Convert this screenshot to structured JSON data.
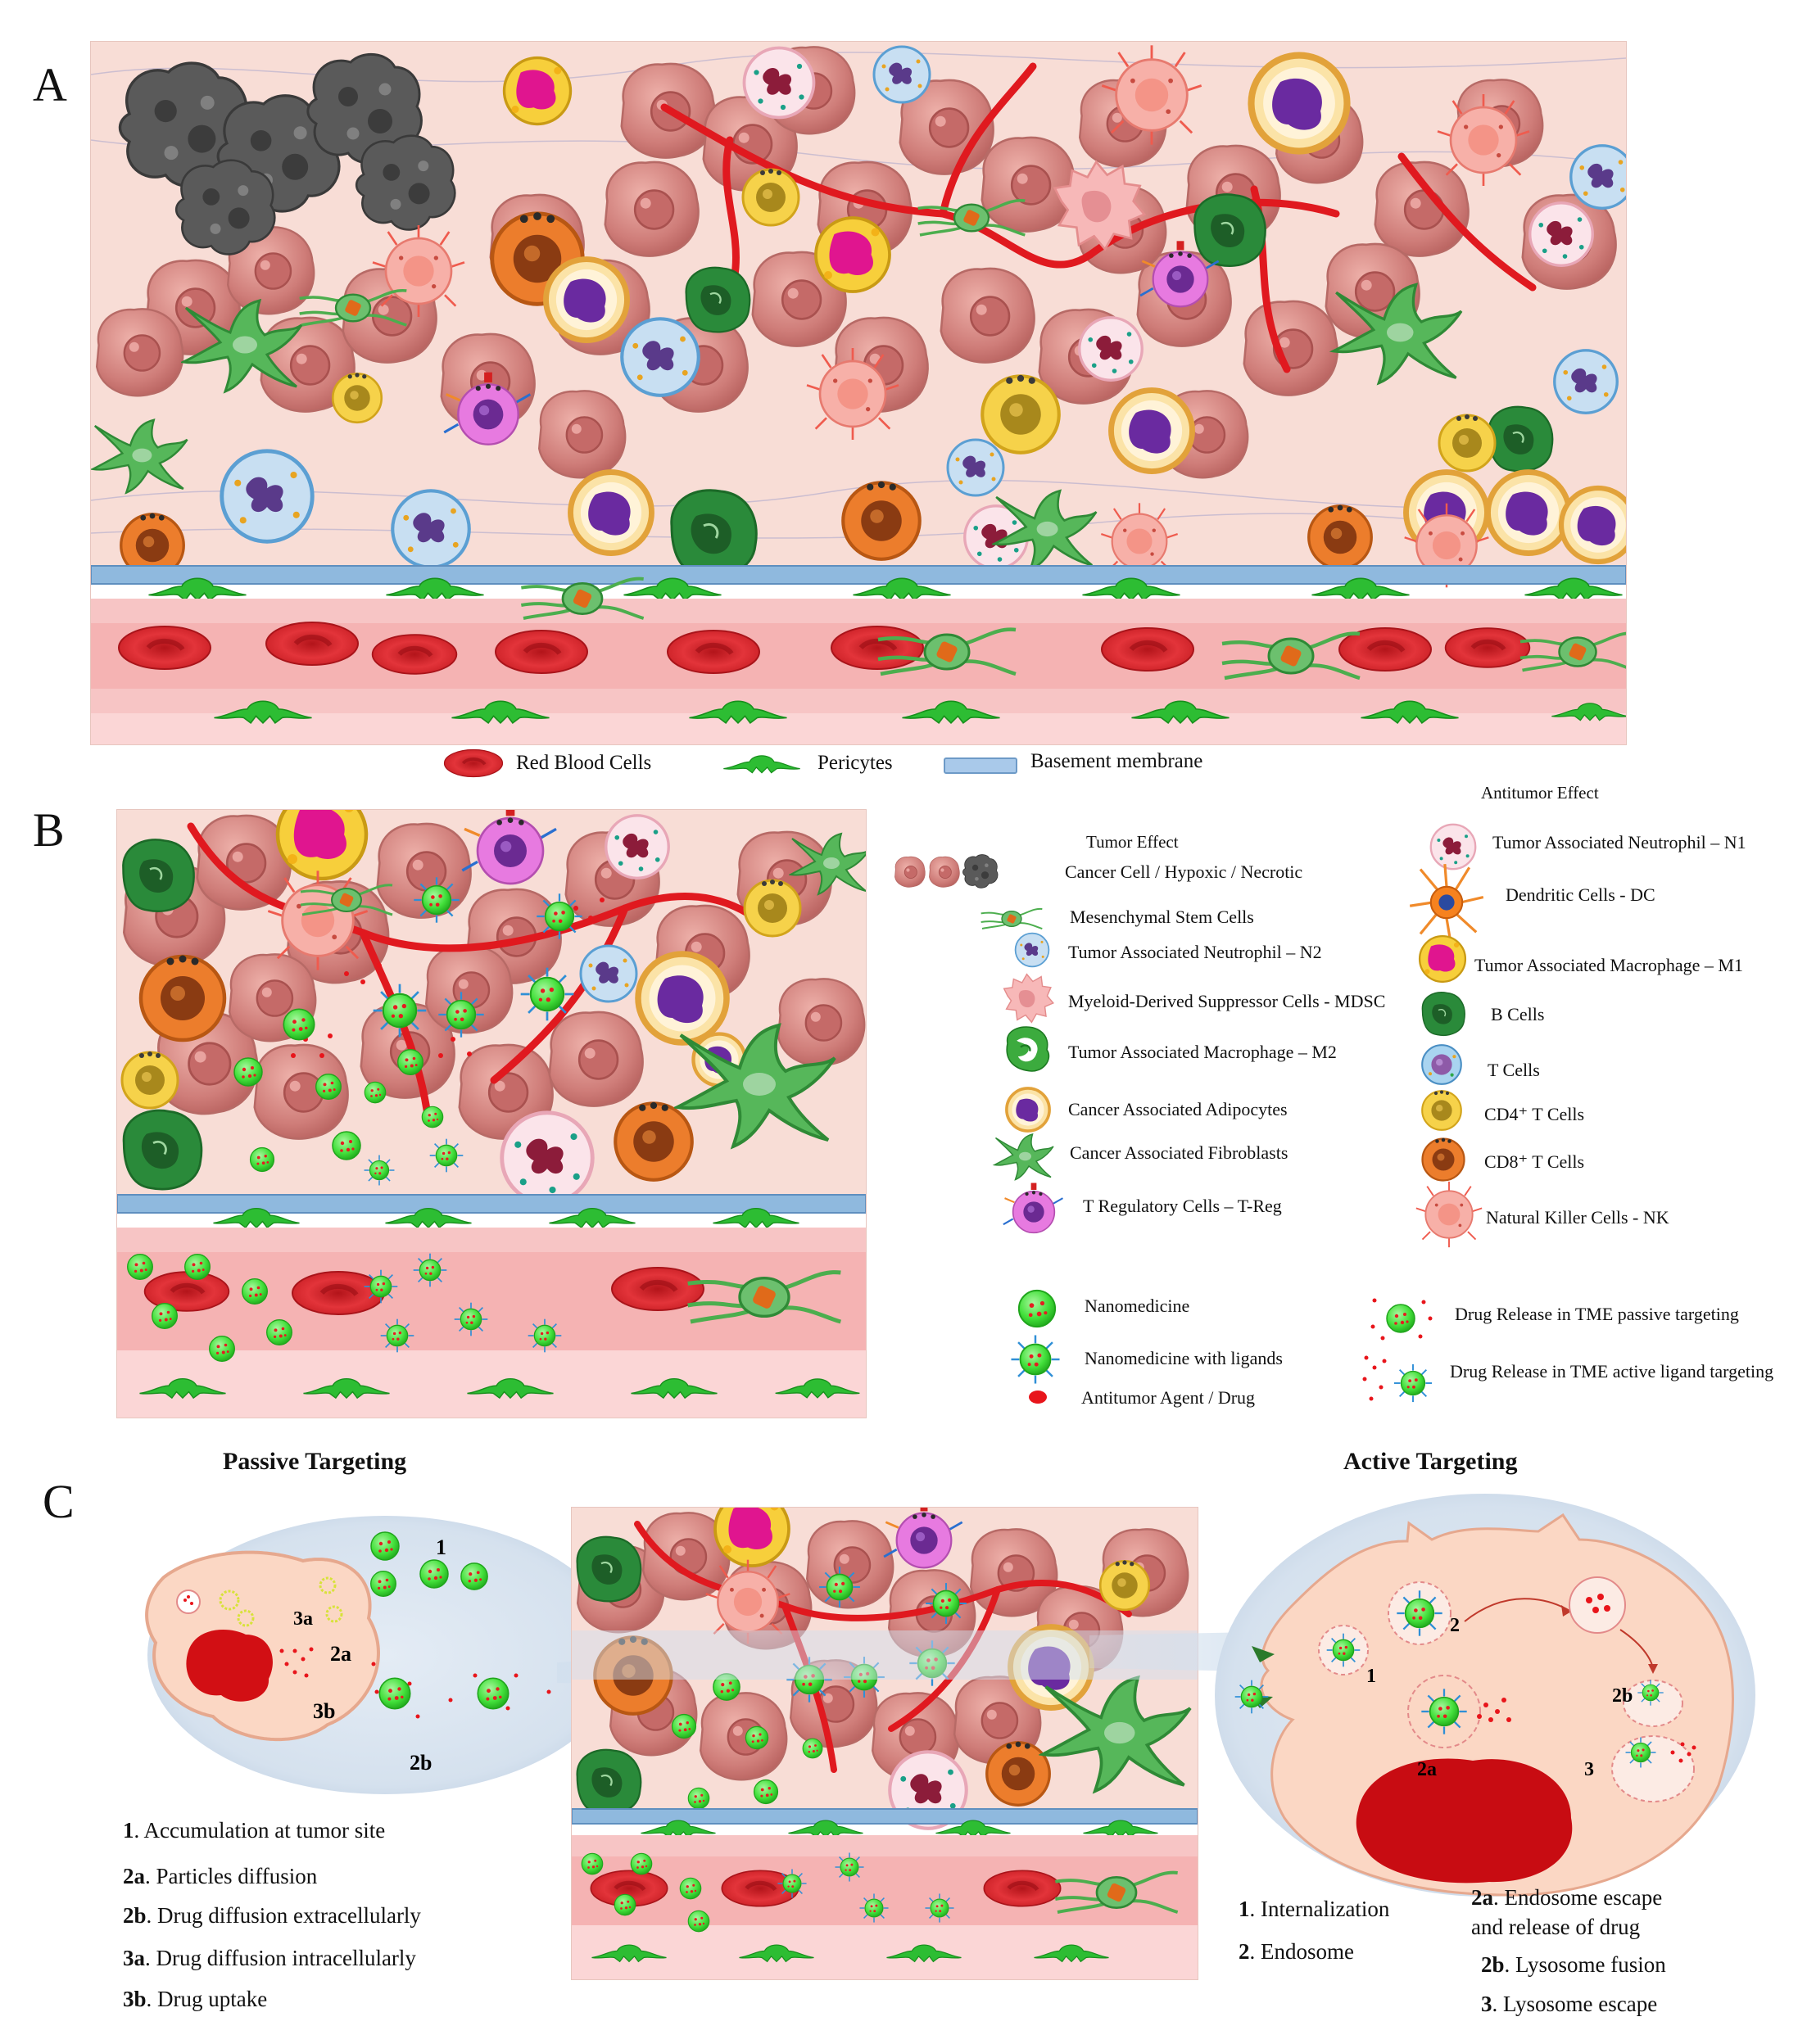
{
  "panels": {
    "a": "A",
    "b": "B",
    "c": "C"
  },
  "legend_a": {
    "red_blood_cells": "Red Blood Cells",
    "pericytes": "Pericytes",
    "basement_membrane": "Basement membrane"
  },
  "legend_b": {
    "tumor_effect_heading": "Tumor Effect",
    "antitumor_effect_heading": "Antitumor Effect",
    "tumor_effect": [
      {
        "label": "Cancer Cell / Hypoxic / Necrotic",
        "icon": "cancer-cell-icon"
      },
      {
        "label": "Mesenchymal Stem Cells",
        "icon": "mesenchymal-stem-cell-icon"
      },
      {
        "label": "Tumor Associated Neutrophil – N2",
        "icon": "neutrophil-n2-icon"
      },
      {
        "label": "Myeloid-Derived Suppressor Cells - MDSC",
        "icon": "mdsc-icon"
      },
      {
        "label": "Tumor Associated Macrophage – M2",
        "icon": "macrophage-m2-icon"
      },
      {
        "label": "Cancer Associated Adipocytes",
        "icon": "adipocyte-icon"
      },
      {
        "label": "Cancer Associated Fibroblasts",
        "icon": "fibroblast-icon"
      },
      {
        "label": "T Regulatory Cells – T-Reg",
        "icon": "treg-icon"
      }
    ],
    "antitumor_effect": [
      {
        "label": "Tumor Associated Neutrophil – N1",
        "icon": "neutrophil-n1-icon"
      },
      {
        "label": "Dendritic Cells - DC",
        "icon": "dendritic-cell-icon"
      },
      {
        "label": "Tumor Associated Macrophage – M1",
        "icon": "macrophage-m1-icon"
      },
      {
        "label": "B Cells",
        "icon": "b-cell-icon"
      },
      {
        "label": "T Cells",
        "icon": "t-cell-icon"
      },
      {
        "label": "CD4⁺ T Cells",
        "icon": "cd4-t-cell-icon"
      },
      {
        "label": "CD8⁺ T Cells",
        "icon": "cd8-t-cell-icon"
      },
      {
        "label": "Natural Killer Cells - NK",
        "icon": "nk-cell-icon"
      }
    ],
    "nanomedicine": "Nanomedicine",
    "nanomedicine_ligands": "Nanomedicine with ligands",
    "drug": "Antitumor Agent / Drug",
    "release_passive": "Drug Release in TME passive targeting",
    "release_active": "Drug Release in TME active ligand targeting"
  },
  "panel_c": {
    "passive_title": "Passive Targeting",
    "active_title": "Active Targeting",
    "passive_markers": [
      "1",
      "2a",
      "2b",
      "3a",
      "3b"
    ],
    "active_markers": [
      "1",
      "2",
      "2a",
      "2b",
      "3"
    ],
    "passive_steps": [
      {
        "num": "1",
        "text": ". Accumulation at tumor site"
      },
      {
        "num": "2a",
        "text": ". Particles diffusion"
      },
      {
        "num": "2b",
        "text": ". Drug diffusion extracellularly"
      },
      {
        "num": "3a",
        "text": ". Drug diffusion intracellularly"
      },
      {
        "num": "3b",
        "text": ". Drug uptake"
      }
    ],
    "active_steps_left": [
      {
        "num": "1",
        "text": ". Internalization"
      },
      {
        "num": "2",
        "text": ". Endosome"
      }
    ],
    "active_steps_right": [
      {
        "num": "2a",
        "text": ". Endosome escape"
      },
      {
        "num": "",
        "text": "and release of drug"
      },
      {
        "num": "2b",
        "text": ". Lysosome fusion"
      },
      {
        "num": "3",
        "text": ". Lysosome escape"
      }
    ]
  },
  "colors": {
    "tissue": "#f7d9d3",
    "cancer_cell": "#d98c86",
    "vessel": "#f0a2a2",
    "red_blood_cell": "#d9272e",
    "pericyte": "#2dbd33",
    "membrane": "#8fb9de",
    "nanomedicine": "#44e23c",
    "drug": "#e8151b",
    "bubble": "#dde8f3"
  }
}
